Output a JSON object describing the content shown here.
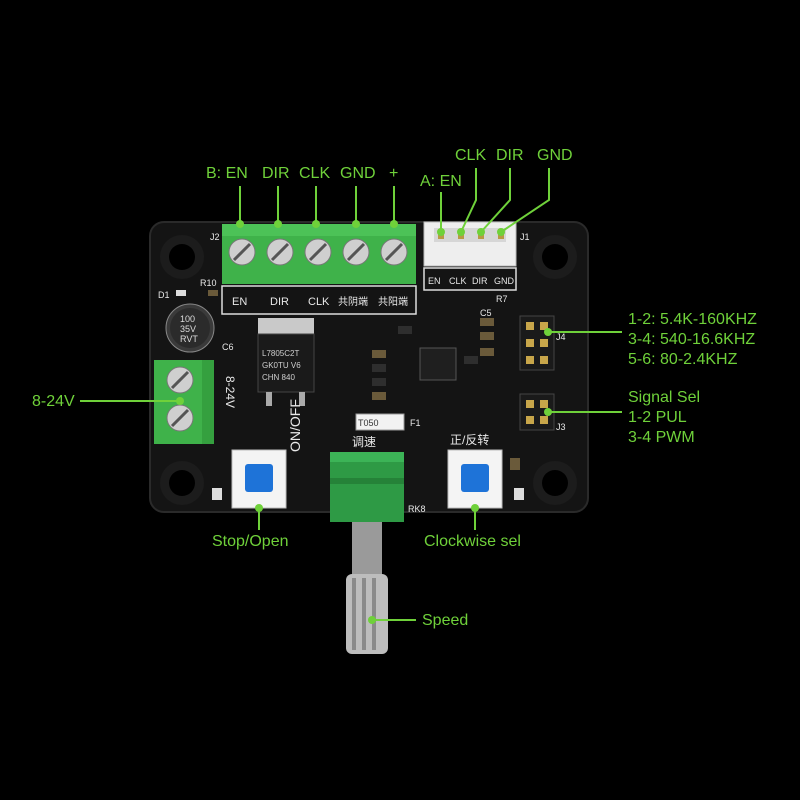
{
  "labels": {
    "b_en": "B: EN",
    "b_dir": "DIR",
    "b_clk": "CLK",
    "b_gnd": "GND",
    "b_plus": "+",
    "a_en": "A: EN",
    "a_clk": "CLK",
    "a_dir": "DIR",
    "a_gnd": "GND",
    "voltage": "8-24V",
    "freq": [
      "1-2: 5.4K-160KHZ",
      "3-4: 540-16.6KHZ",
      "5-6: 80-2.4KHZ"
    ],
    "signal": [
      "Signal Sel",
      "1-2 PUL",
      "3-4 PWM"
    ],
    "stop_open": "Stop/Open",
    "clockwise": "Clockwise sel",
    "speed": "Speed"
  },
  "board": {
    "silk_terminal": [
      "EN",
      "DIR",
      "CLK",
      "共阴端",
      "共阳端"
    ],
    "silk_connector": [
      "EN",
      "CLK",
      "DIR",
      "GND"
    ],
    "j1": "J1",
    "j2": "J2",
    "j3": "J3",
    "j4": "J4",
    "cap_text": [
      "100",
      "35V",
      "RVT"
    ],
    "vreg_text": [
      "L7805C2T",
      "GK0TU V6",
      "CHN 840"
    ],
    "power_silk": "8-24V",
    "onoff": "ON/OFF",
    "tiaosu": "调速",
    "zhengfan": "正/反转",
    "rk8": "RK8",
    "t050": "T050",
    "f1": "F1",
    "c6": "C6",
    "d1": "D1",
    "r10": "R10",
    "r7": "R7",
    "c5": "C5"
  },
  "colors": {
    "label_green": "#6fd13a",
    "pcb": "#111111",
    "terminal": "#3fb24a",
    "button": "#1e73d8"
  }
}
